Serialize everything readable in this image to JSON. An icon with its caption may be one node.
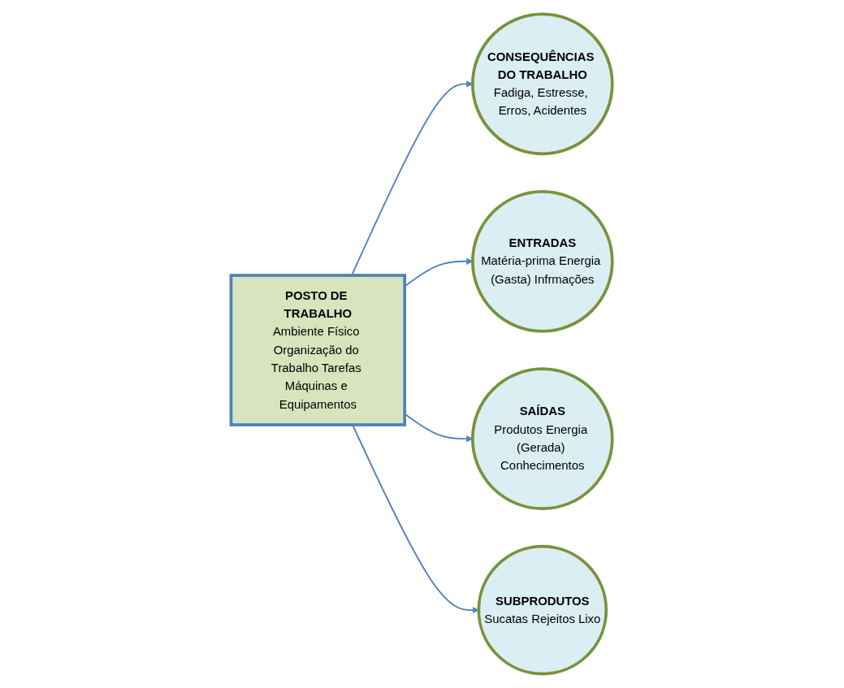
{
  "diagram": {
    "nodes": [
      {
        "text": [
          "CONSEQUÊNCIAS DO TRABALHO",
          "Fadiga, Estresse, Erros, Acidentes"
        ]
      },
      {
        "text": [
          "ENTRADAS",
          "Matéria-prima Energia (Gasta) Infrmações"
        ]
      },
      {
        "text": [
          "POSTO DE TRABALHO",
          "Ambiente Físico Organização do Trabalho Tarefas Máquinas e Equipamentos"
        ]
      },
      {
        "text": [
          "SAÍDAS",
          "Produtos Energia (Gerada) Conhecimentos"
        ]
      },
      {
        "text": [
          "SUBPRODUTOS",
          "Sucatas Rejeitos Lixo"
        ]
      }
    ],
    "edges": [
      {
        "from": 2,
        "to": 0,
        "arrow": "to"
      },
      {
        "from": 2,
        "to": 1,
        "arrow": "to"
      },
      {
        "from": 2,
        "to": 3,
        "arrow": "to"
      },
      {
        "from": 2,
        "to": 4,
        "arrow": "to"
      }
    ]
  }
}
